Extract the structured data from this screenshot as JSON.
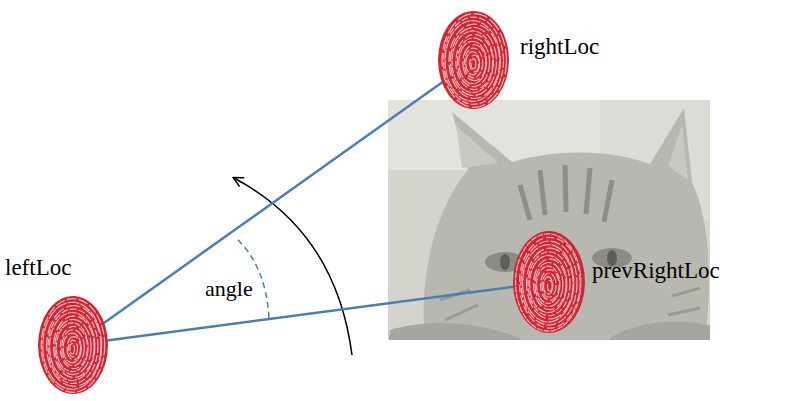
{
  "diagram": {
    "nodes": [
      {
        "text": [
          "rightLoc"
        ]
      },
      {
        "text": [
          "leftLoc"
        ]
      },
      {
        "text": [
          "prevRightLoc"
        ]
      }
    ],
    "edges": [
      {
        "from": 1,
        "to": 0,
        "arrow": "none"
      },
      {
        "from": 1,
        "to": 2,
        "arrow": "none"
      }
    ],
    "labels": [
      "angle"
    ]
  }
}
